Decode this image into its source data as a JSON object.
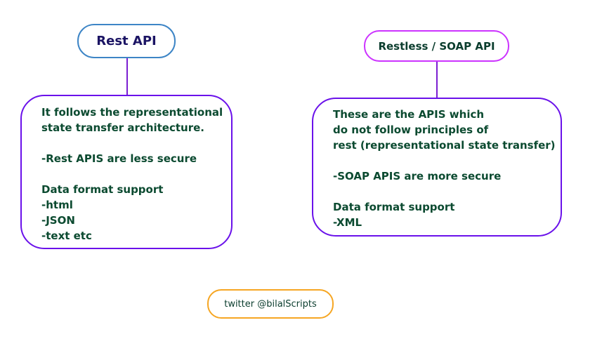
{
  "rest": {
    "title": "Rest API",
    "lines": [
      "It follows the representational",
      "state transfer architecture.",
      "",
      "-Rest APIS are less secure",
      "",
      "Data format support",
      "-html",
      "-JSON",
      "-text etc"
    ]
  },
  "soap": {
    "title": "Restless / SOAP API",
    "lines": [
      "These are the APIS which",
      "do not follow principles of",
      "rest (representational state transfer)",
      "",
      "-SOAP APIS are more secure",
      "",
      "Data format support",
      "-XML"
    ]
  },
  "footer": {
    "twitter": "twitter @bilalScripts"
  },
  "colors": {
    "rest_title_border": "#3d85c6",
    "soap_title_border": "#cc33ff",
    "box_border": "#6a11ea",
    "footer_border": "#f6a623",
    "text": "#0b4a30"
  }
}
